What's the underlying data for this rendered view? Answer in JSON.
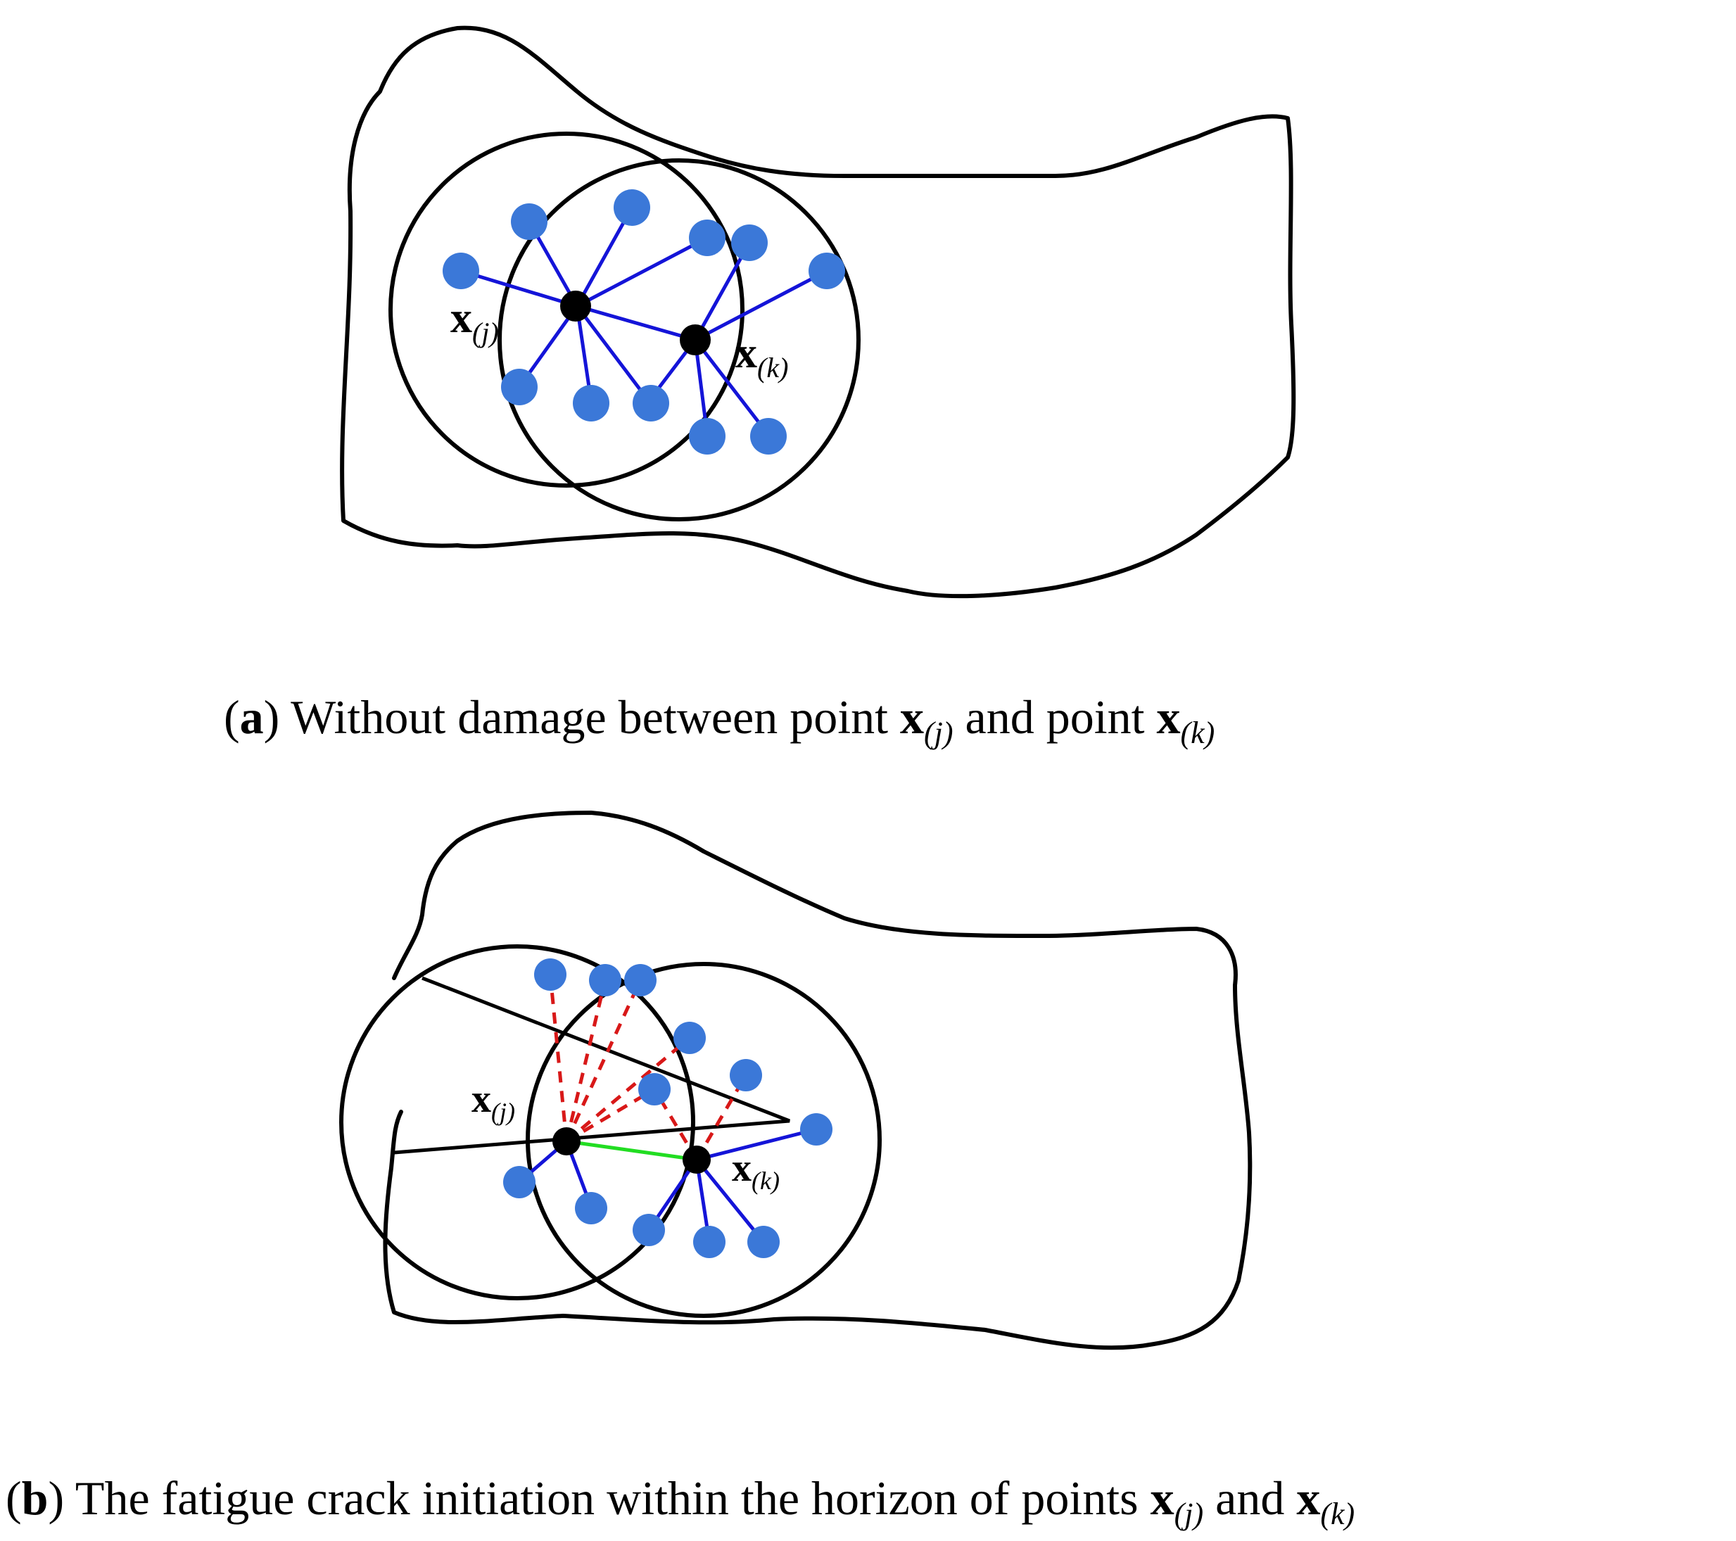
{
  "panel_a": {
    "label_j_main": "x",
    "label_j_sub": "(j)",
    "label_k_main": "x",
    "label_k_sub": "(k)",
    "caption": {
      "tag_open": "(",
      "tag": "a",
      "tag_close": ")",
      "text": " Without damage between point ",
      "vec_j": "x",
      "sub_j": "(j)",
      "mid": " and point ",
      "vec_k": "x",
      "sub_k": "(k)"
    }
  },
  "panel_b": {
    "label_j_main": "x",
    "label_j_sub": "(j)",
    "label_k_main": "x",
    "label_k_sub": "(k)",
    "caption": {
      "tag_open": "(",
      "tag": "b",
      "tag_close": ")",
      "text": " The fatigue crack initiation within the horizon of points ",
      "vec_j": "x",
      "sub_j": "(j)",
      "mid": " and ",
      "vec_k": "x",
      "sub_k": "(k)"
    }
  },
  "colors": {
    "intact_bond": "#1414d8",
    "broken_bond": "#d81818",
    "remaining_bond": "#22dd22",
    "neighbor_point": "#3b78d8",
    "material_point": "#000000"
  }
}
